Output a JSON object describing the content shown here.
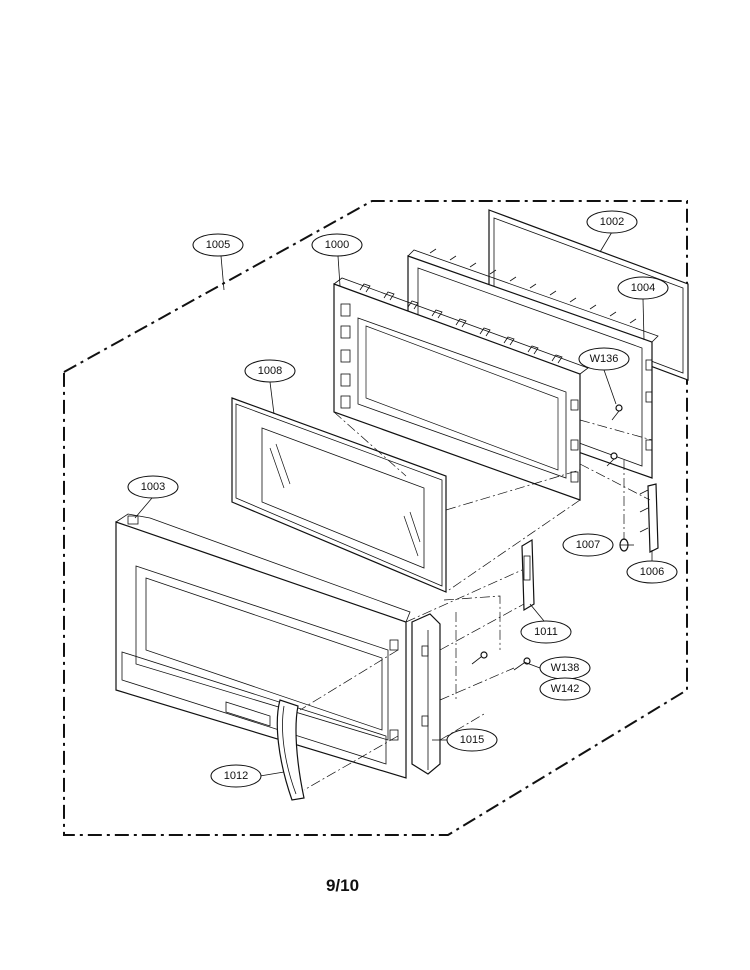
{
  "diagram": {
    "page_number": "9/10",
    "callouts": [
      {
        "id": "c1005",
        "label": "1005"
      },
      {
        "id": "c1000",
        "label": "1000"
      },
      {
        "id": "c1002",
        "label": "1002"
      },
      {
        "id": "c1004",
        "label": "1004"
      },
      {
        "id": "cW136",
        "label": "W136"
      },
      {
        "id": "c1008",
        "label": "1008"
      },
      {
        "id": "c1003",
        "label": "1003"
      },
      {
        "id": "c1007",
        "label": "1007"
      },
      {
        "id": "c1006",
        "label": "1006"
      },
      {
        "id": "c1011",
        "label": "1011"
      },
      {
        "id": "cW138",
        "label": "W138"
      },
      {
        "id": "cW142",
        "label": "W142"
      },
      {
        "id": "c1015",
        "label": "1015"
      },
      {
        "id": "c1012",
        "label": "1012"
      }
    ]
  }
}
